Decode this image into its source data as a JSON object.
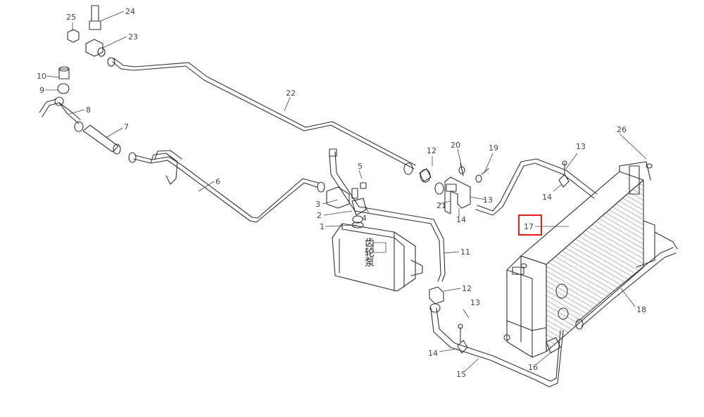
{
  "diagram": {
    "callouts": {
      "c1": "1",
      "c2": "2",
      "c3": "3",
      "c4": "4",
      "c5": "5",
      "c6": "6",
      "c7": "7",
      "c8": "8",
      "c9": "9",
      "c10": "10",
      "c11": "11",
      "c12a": "12",
      "c12b": "12",
      "c13a": "13",
      "c13b": "13",
      "c13c": "13",
      "c14a": "14",
      "c14b": "14",
      "c14c": "14",
      "c15": "15",
      "c16": "16",
      "c17": "17",
      "c18": "18",
      "c19": "19",
      "c20": "20",
      "c21": "21",
      "c22": "22",
      "c23": "23",
      "c24": "24",
      "c25": "25",
      "c26": "26"
    },
    "pump_label": [
      "齿",
      "轮",
      "泵"
    ],
    "highlight_callout": "17",
    "highlight_color": "#e02020",
    "line_color": "#333333"
  }
}
